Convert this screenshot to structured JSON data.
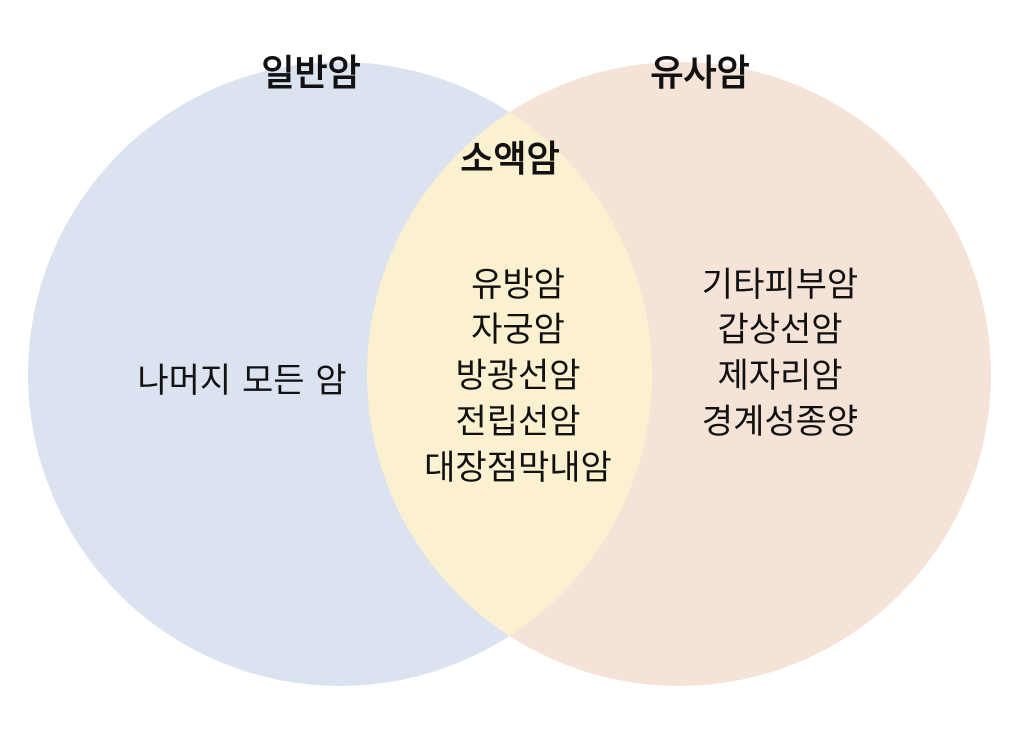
{
  "diagram": {
    "left_circle": {
      "title": "일반암",
      "items": [
        "나머지 모든 암"
      ],
      "color": "#dce3f0"
    },
    "right_circle": {
      "title": "유사암",
      "items": [
        "기타피부암",
        "갑상선암",
        "제자리암",
        "경계성종양"
      ],
      "color": "#f6e3d8"
    },
    "intersection": {
      "title": "소액암",
      "items": [
        "유방암",
        "자궁암",
        "방광선암",
        "전립선암",
        "대장점막내암"
      ],
      "color": "#fbf0d0"
    }
  }
}
